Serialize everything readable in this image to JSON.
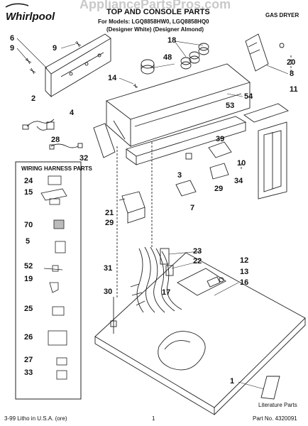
{
  "header": {
    "brand": "Whirlpool",
    "title": "TOP AND CONSOLE PARTS",
    "models": "For Models: LGQ8858HW0, LGQ8858HQ0",
    "designers": "(Designer White) (Designer Almond)",
    "product": "GAS DRYER",
    "watermark": "AppliancePartsPros.com"
  },
  "harness_box": {
    "title": "WIRING HARNESS PARTS",
    "callouts": [
      "24",
      "15",
      "70",
      "5",
      "52",
      "19",
      "25",
      "26",
      "27",
      "33"
    ]
  },
  "callouts": {
    "c6": "6",
    "c9a": "9",
    "c9b": "9",
    "c2": "2",
    "c4": "4",
    "c28": "28",
    "c32": "32",
    "c18": "18",
    "c48": "48",
    "c14": "14",
    "c54": "54",
    "c53": "53",
    "c8": "8",
    "c20": "20",
    "c11": "11",
    "c39": "39",
    "c10": "10",
    "c3": "3",
    "c34": "34",
    "c29a": "29",
    "c29b": "29",
    "c7": "7",
    "c21": "21",
    "c23": "23",
    "c22": "22",
    "c12": "12",
    "c13": "13",
    "c16": "16",
    "c31": "31",
    "c17": "17",
    "c30": "30",
    "c1": "1"
  },
  "literature_label": "Literature Parts",
  "footer": {
    "left": "3-99 Litho in U.S.A. (ore)",
    "center": "1",
    "right": "Part No. 4320091"
  }
}
